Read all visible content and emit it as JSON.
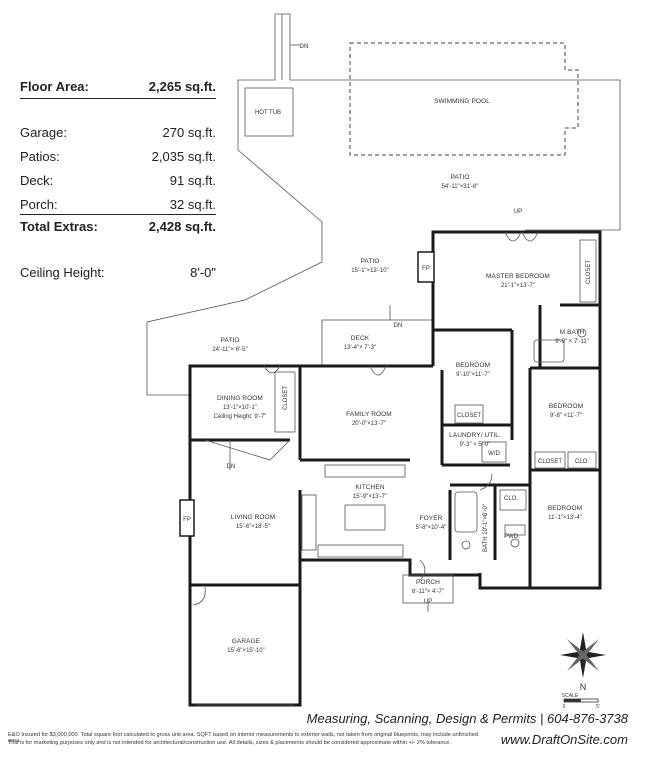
{
  "stats": {
    "floor_area_label": "Floor Area:",
    "floor_area_value": "2,265 sq.ft.",
    "garage_label": "Garage:",
    "garage_value": "270 sq.ft.",
    "patios_label": "Patios:",
    "patios_value": "2,035 sq.ft.",
    "deck_label": "Deck:",
    "deck_value": "91 sq.ft.",
    "porch_label": "Porch:",
    "porch_value": "32 sq.ft.",
    "total_extras_label": "Total Extras:",
    "total_extras_value": "2,428 sq.ft.",
    "ceiling_label": "Ceiling Height:",
    "ceiling_value": "8'-0\""
  },
  "rooms": {
    "swimming_pool": "SWIMMING POOL",
    "hot_tub": "HOT TUB",
    "dn_top": "DN",
    "patio_large_name": "PATIO",
    "patio_large_dims": "54'-11\"×31'-8\"",
    "patio_mid_name": "PATIO",
    "patio_mid_dims": "15'-1\"×13'-10\"",
    "patio_left_name": "PATIO",
    "patio_left_dims": "24'-11\"× 6'-5\"",
    "deck_name": "DECK",
    "deck_dims": "13'-4\"× 7'-3\"",
    "dn_deck": "DN",
    "fp_top": "FP",
    "up_master": "UP",
    "master_name": "MASTER BEDROOM",
    "master_dims": "21'-1\"×13'-7\"",
    "closet_master": "CLOSET",
    "mbath_name": "M.BATH",
    "mbath_dims": "9'-9\" × 7'-11\"",
    "bedroom1_name": "BEDROOM",
    "bedroom1_dims": "9'-10\"×11'-7\"",
    "bedroom2_name": "BEDROOM",
    "bedroom2_dims": "9'-8\" ×11'-7\"",
    "closet_b1": "CLOSET",
    "laundry_name": "LAUNDRY/ UTIL.",
    "laundry_dims": "9'-3\" × 5'-0\"",
    "wd": "W/D",
    "closet_b3": "CLOSET",
    "clo_b2": "CLO.",
    "dining_name": "DINING ROOM",
    "dining_dims": "13'-1\"×10'-1\"",
    "dining_ceiling": "Ceiling Height: 9'-7\"",
    "closet_dining": "CLOSET",
    "dn_dining": "DN",
    "family_name": "FAMILY ROOM",
    "family_dims": "20'-0\"×13'-7\"",
    "kitchen_name": "KITCHEN",
    "kitchen_dims": "15'-9\"×13'-7\"",
    "foyer_name": "FOYER",
    "foyer_dims": "5'-8\"×10'-4\"",
    "clo_foyer": "CLO.",
    "bath_label": "BATH  10'-1\"×6'-0\"",
    "pwd": "PWD.",
    "bedroom3_name": "BEDROOM",
    "bedroom3_dims": "11'-1\"×13'-4\"",
    "living_name": "LIVING ROOM",
    "living_dims": "15'-6\"×18'-5\"",
    "fp_left": "FP",
    "porch_name": "PORCH",
    "porch_dims": "6'-11\"× 4'-7\"",
    "up_porch": "UP",
    "garage_name": "GARAGE",
    "garage_dims": "15'-6\"×15'-10\"",
    "compass_n": "N",
    "scale_label": "SCALE",
    "scale_zero": "0",
    "scale_five": "5'"
  },
  "footer": {
    "company_line": "Measuring, Scanning, Design & Permits  |  604-876-3738",
    "note1": "E&O Insured for $3,000,000.  Total square foot calculated to gross unit area.  SQFT based on interior measurements to exterior walls, not taken from original blueprints, may include unfinished area.",
    "note2": "This is for marketing purposes only and is not intended for architectural/construction use.  All details, sizes & placements should be considered approximate within +/- 2%  tolerance.",
    "website": "www.DraftOnSite.com"
  }
}
